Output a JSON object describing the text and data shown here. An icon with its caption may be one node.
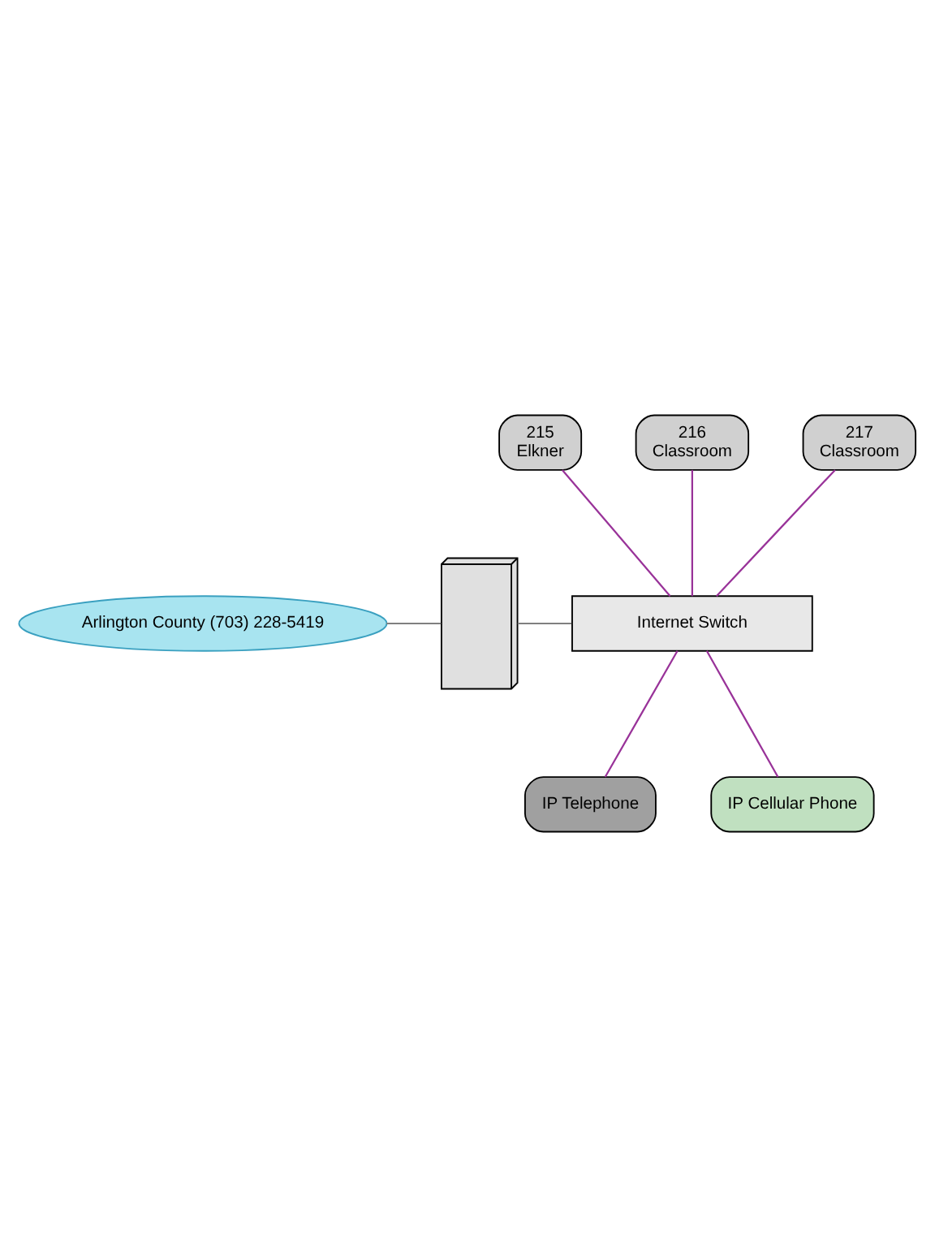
{
  "diagram": {
    "nodes": [
      {
        "text": [
          "Arlington County (703) 228-5419"
        ]
      },
      {
        "text": [],
        "shape": "box"
      },
      {
        "text": [
          "215",
          "Elkner"
        ]
      },
      {
        "text": [
          "216",
          "Classroom"
        ]
      },
      {
        "text": [
          "217",
          "Classroom"
        ]
      },
      {
        "text": [
          "Internet Switch"
        ]
      },
      {
        "text": [
          "IP Telephone"
        ]
      },
      {
        "text": [
          "IP Cellular Phone"
        ]
      }
    ],
    "edges": [
      {
        "from": 0,
        "to": 1,
        "arrow": "none",
        "color": "#808080"
      },
      {
        "from": 1,
        "to": 5,
        "arrow": "none",
        "color": "#808080"
      },
      {
        "from": 2,
        "to": 5,
        "arrow": "none"
      },
      {
        "from": 3,
        "to": 5,
        "arrow": "none"
      },
      {
        "from": 4,
        "to": 5,
        "arrow": "none"
      },
      {
        "from": 5,
        "to": 6,
        "arrow": "none"
      },
      {
        "from": 5,
        "to": 7,
        "arrow": "none"
      }
    ]
  }
}
